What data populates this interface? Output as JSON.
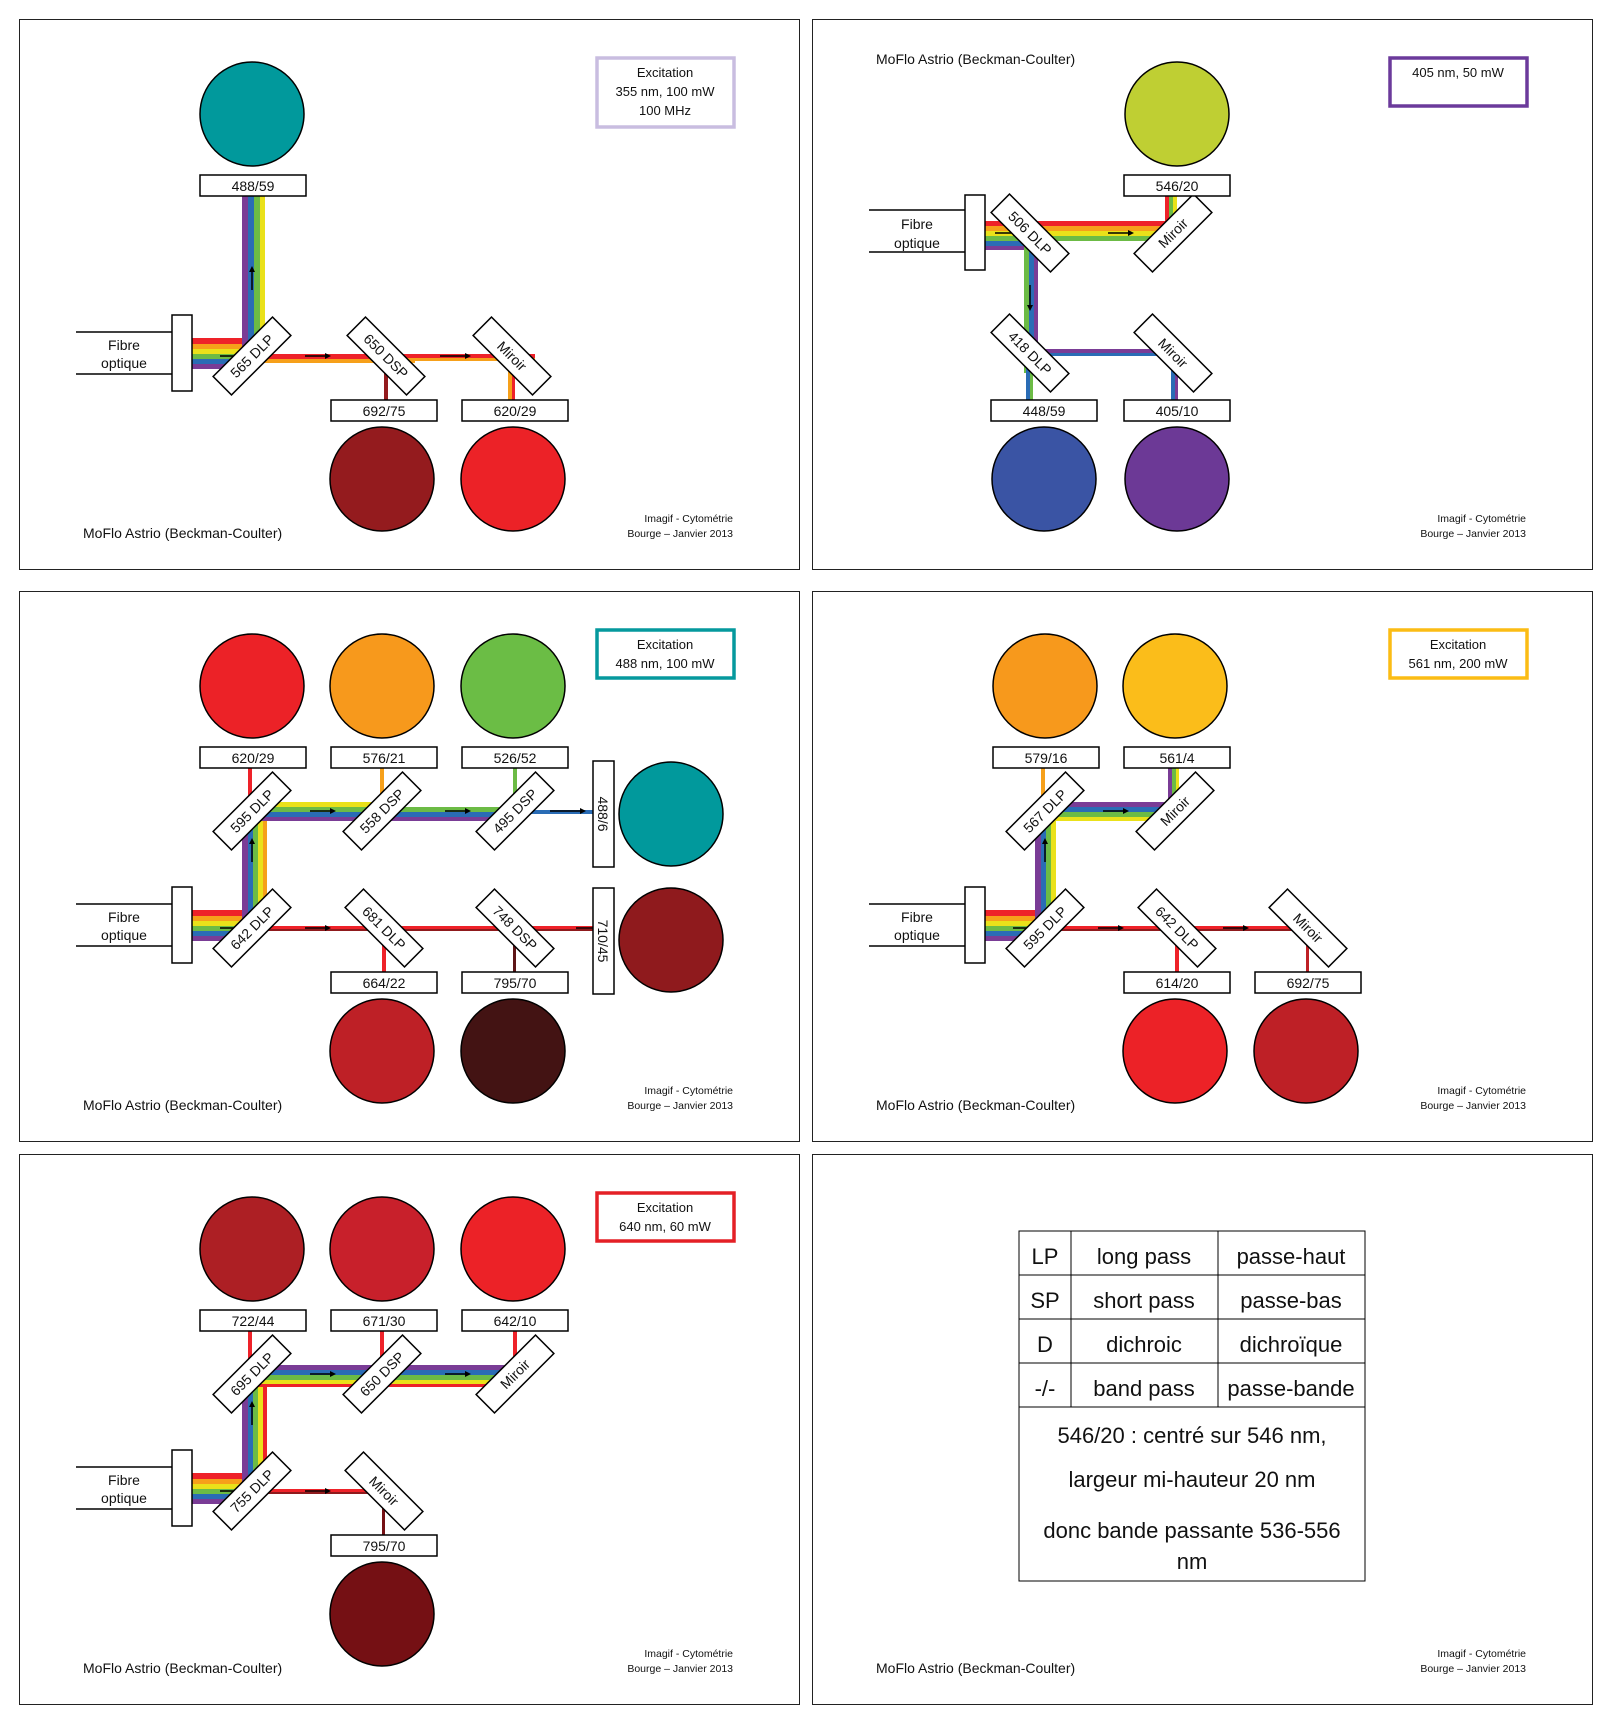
{
  "common": {
    "instrument": "MoFlo Astrio (Beckman-Coulter)",
    "credit_line1": "Imagif - Cytométrie",
    "credit_line2": "Bourge – Janvier 2013",
    "fibre_line1": "Fibre",
    "fibre_line2": "optique"
  },
  "panels": [
    {
      "id": "p355",
      "excitation": [
        "Excitation",
        "355 nm, 100 mW",
        "100 MHz"
      ],
      "accent_color": "#c9bde0",
      "optics": [
        "565 DLP",
        "650 DSP",
        "Miroir"
      ],
      "filters": [
        "488/59",
        "692/75",
        "620/29"
      ],
      "detector_colors": [
        "#01999c",
        "#941b1e",
        "#ec2227"
      ]
    },
    {
      "id": "p405",
      "excitation": [
        "405 nm, 50 mW"
      ],
      "accent_color": "#6b3a9b",
      "optics": [
        "506 DLP",
        "Miroir",
        "418 DLP",
        "Miroir"
      ],
      "filters": [
        "546/20",
        "448/59",
        "405/10"
      ],
      "detector_colors": [
        "#bfcf33",
        "#3a54a4",
        "#6c3996"
      ]
    },
    {
      "id": "p488",
      "excitation": [
        "Excitation",
        "488 nm, 100 mW"
      ],
      "accent_color": "#05999d",
      "optics": [
        "595 DLP",
        "558 DSP",
        "495 DSP",
        "642 DLP",
        "681 DLP",
        "748 DSP"
      ],
      "filters": [
        "620/29",
        "576/21",
        "526/52",
        "488/6",
        "664/22",
        "795/70",
        "710/45"
      ],
      "detector_colors": [
        "#ec2227",
        "#f7991c",
        "#6bbd45",
        "#01999c",
        "#8f1a1d",
        "#be2026",
        "#431313"
      ]
    },
    {
      "id": "p561",
      "excitation": [
        "Excitation",
        "561 nm, 200 mW"
      ],
      "accent_color": "#fbbc14",
      "optics": [
        "567 DLP",
        "Miroir",
        "595 DLP",
        "642 DLP",
        "Miroir"
      ],
      "filters": [
        "579/16",
        "561/4",
        "614/20",
        "692/75"
      ],
      "detector_colors": [
        "#f7991c",
        "#fbbd1a",
        "#ec2227",
        "#be2026"
      ]
    },
    {
      "id": "p640",
      "excitation": [
        "Excitation",
        "640 nm, 60 mW"
      ],
      "accent_color": "#e42026",
      "optics": [
        "695 DLP",
        "650 DSP",
        "Miroir",
        "755 DLP",
        "Miroir"
      ],
      "filters": [
        "722/44",
        "671/30",
        "642/10",
        "795/70"
      ],
      "detector_colors": [
        "#ad1f24",
        "#c8202b",
        "#ec2227",
        "#751014"
      ]
    }
  ],
  "legend": {
    "rows": [
      [
        "LP",
        "long pass",
        "passe-haut"
      ],
      [
        "SP",
        "short pass",
        "passe-bas"
      ],
      [
        "D",
        "dichroic",
        "dichroïque"
      ],
      [
        "-/-",
        "band pass",
        "passe-bande"
      ]
    ],
    "note_line1": "546/20 : centré sur 546 nm,",
    "note_line2": "largeur mi-hauteur 20 nm",
    "note_line3": "donc bande passante 536-556",
    "note_line4": "nm"
  }
}
